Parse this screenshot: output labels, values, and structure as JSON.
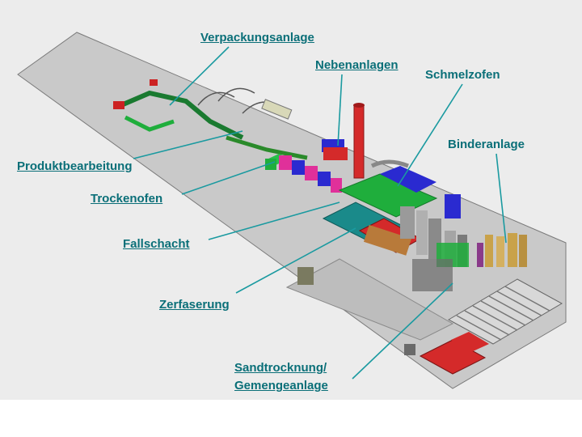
{
  "labels": {
    "verpackungsanlage": "Verpackungsanlage",
    "nebenanlagen": "Nebenanlagen",
    "schmelzofen": "Schmelzofen",
    "binderanlage": "Binderanlage",
    "produktbearbeitung": "Produktbearbeitung",
    "trockenofen": "Trockenofen",
    "fallschacht": "Fallschacht",
    "zerfaserung": "Zerfaserung",
    "sandtrocknung_line1": "Sandtrocknung/",
    "sandtrocknung_line2": "Gemengeanlage"
  },
  "colors": {
    "label_text": "#0a6f78",
    "leader_line": "#1a9aa0",
    "background": "#ececec",
    "floor": "#c8c8c8",
    "green": "#1fae3c",
    "magenta": "#e0309a",
    "blue": "#2a2ad0",
    "red": "#d42a2a",
    "teal": "#1a8a8a"
  }
}
